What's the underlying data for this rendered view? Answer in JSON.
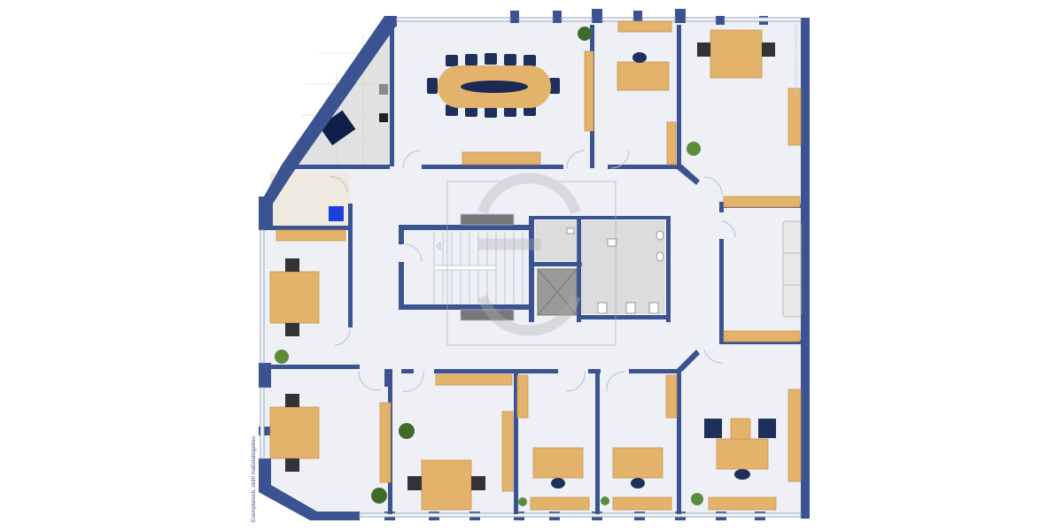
{
  "plan": {
    "type": "office floor plan (top view)",
    "disclaimer_text": "Exemplarisch, nicht maßstabsgetreu",
    "colors": {
      "wall": "#3b5391",
      "floor": "#eef0f6",
      "wood": "#e3b26b",
      "chair": "#1f2f5c",
      "tile": "#dcdcdc",
      "accent_blue_box": "#1e3fe0",
      "plant": "#3f6b2a"
    },
    "rooms": [
      {
        "id": "kitchen",
        "label": "Kitchenette with dining table"
      },
      {
        "id": "conference",
        "label": "Conference room with oval table and 12 chairs"
      },
      {
        "id": "office-n1",
        "label": "Single office (north)"
      },
      {
        "id": "office-ne",
        "label": "Double office (north-east)"
      },
      {
        "id": "storage-w",
        "label": "Storage / server room"
      },
      {
        "id": "office-w",
        "label": "Double office (west)"
      },
      {
        "id": "office-sw",
        "label": "Double office (south-west)"
      },
      {
        "id": "office-s1",
        "label": "Double office (south)"
      },
      {
        "id": "office-s2",
        "label": "Single office (south)"
      },
      {
        "id": "office-s3",
        "label": "Single office (south)"
      },
      {
        "id": "office-se",
        "label": "Executive office with lounge chairs (south-east)"
      },
      {
        "id": "lounge-e",
        "label": "Lounge with sofa (east)"
      },
      {
        "id": "core",
        "label": "Stairwell, elevator and restrooms"
      },
      {
        "id": "corridor",
        "label": "Central corridor"
      }
    ],
    "watermark": "logo watermark (center)"
  }
}
